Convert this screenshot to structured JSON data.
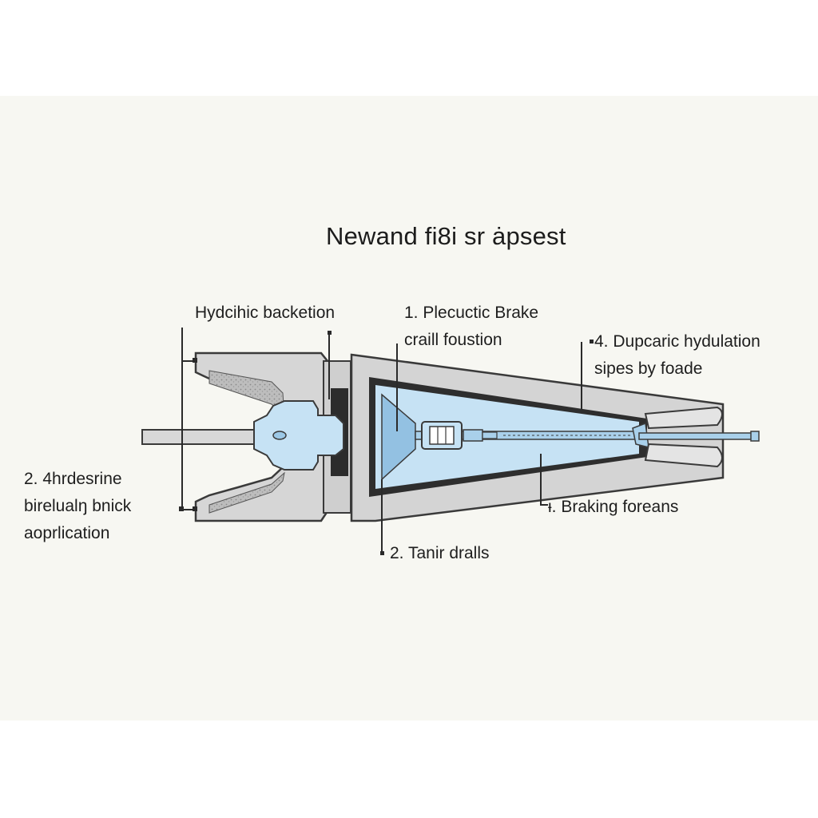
{
  "title": "Newand fi8i sr ȧpsest",
  "labels": {
    "hydraulic_top": "Hydcihic backetion",
    "brake_1": {
      "line1": "1.  Plecuctic Brake",
      "line2": "craill foustion"
    },
    "dup_4": {
      "line1": "4. Dupcaric hydulation",
      "line2": "sipes by foade"
    },
    "left_2": {
      "line1": "2.  4hrdesrine",
      "line2": "birelualŋ bnick",
      "line3": "aoprlication"
    },
    "braking": "ᵻ.  Braking foreans",
    "tanir_2": "2.  Tanir dralls"
  },
  "colors": {
    "housing": "#d4d4d4",
    "outline": "#3a3a3a",
    "fluid": "#c6e2f4",
    "fluid_dark": "#93c1e2",
    "background": "#f7f7f2"
  }
}
